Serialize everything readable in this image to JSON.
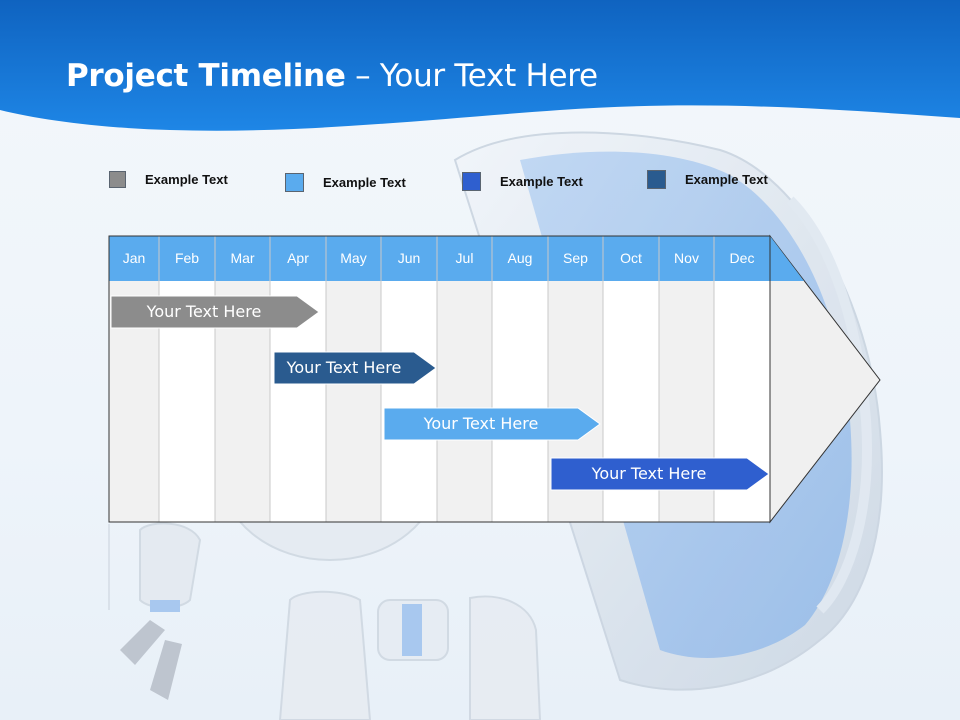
{
  "title": {
    "bold": "Project Timeline",
    "rest": " – Your Text Here"
  },
  "colors": {
    "header_blue": "#1b78d8",
    "gray": "#8c8c8c",
    "light_blue": "#5aabee",
    "mid_blue": "#2f5fcf",
    "dark_blue": "#2a5b8f"
  },
  "legend": [
    {
      "label": "Example Text",
      "color": "#8c8c8c"
    },
    {
      "label": "Example Text",
      "color": "#5aabee"
    },
    {
      "label": "Example Text",
      "color": "#2f5fcf"
    },
    {
      "label": "Example Text",
      "color": "#2a5b8f"
    }
  ],
  "months": [
    "Jan",
    "Feb",
    "Mar",
    "Apr",
    "May",
    "Jun",
    "Jul",
    "Aug",
    "Sep",
    "Oct",
    "Nov",
    "Dec"
  ],
  "bars": [
    {
      "label": "Your  Text Here",
      "color": "#8c8c8c"
    },
    {
      "label": "Your  Text Here",
      "color": "#2a5b8f"
    },
    {
      "label": "Your  Text Here",
      "color": "#5aabee"
    },
    {
      "label": "Your  Text Here",
      "color": "#2f5fcf"
    }
  ]
}
